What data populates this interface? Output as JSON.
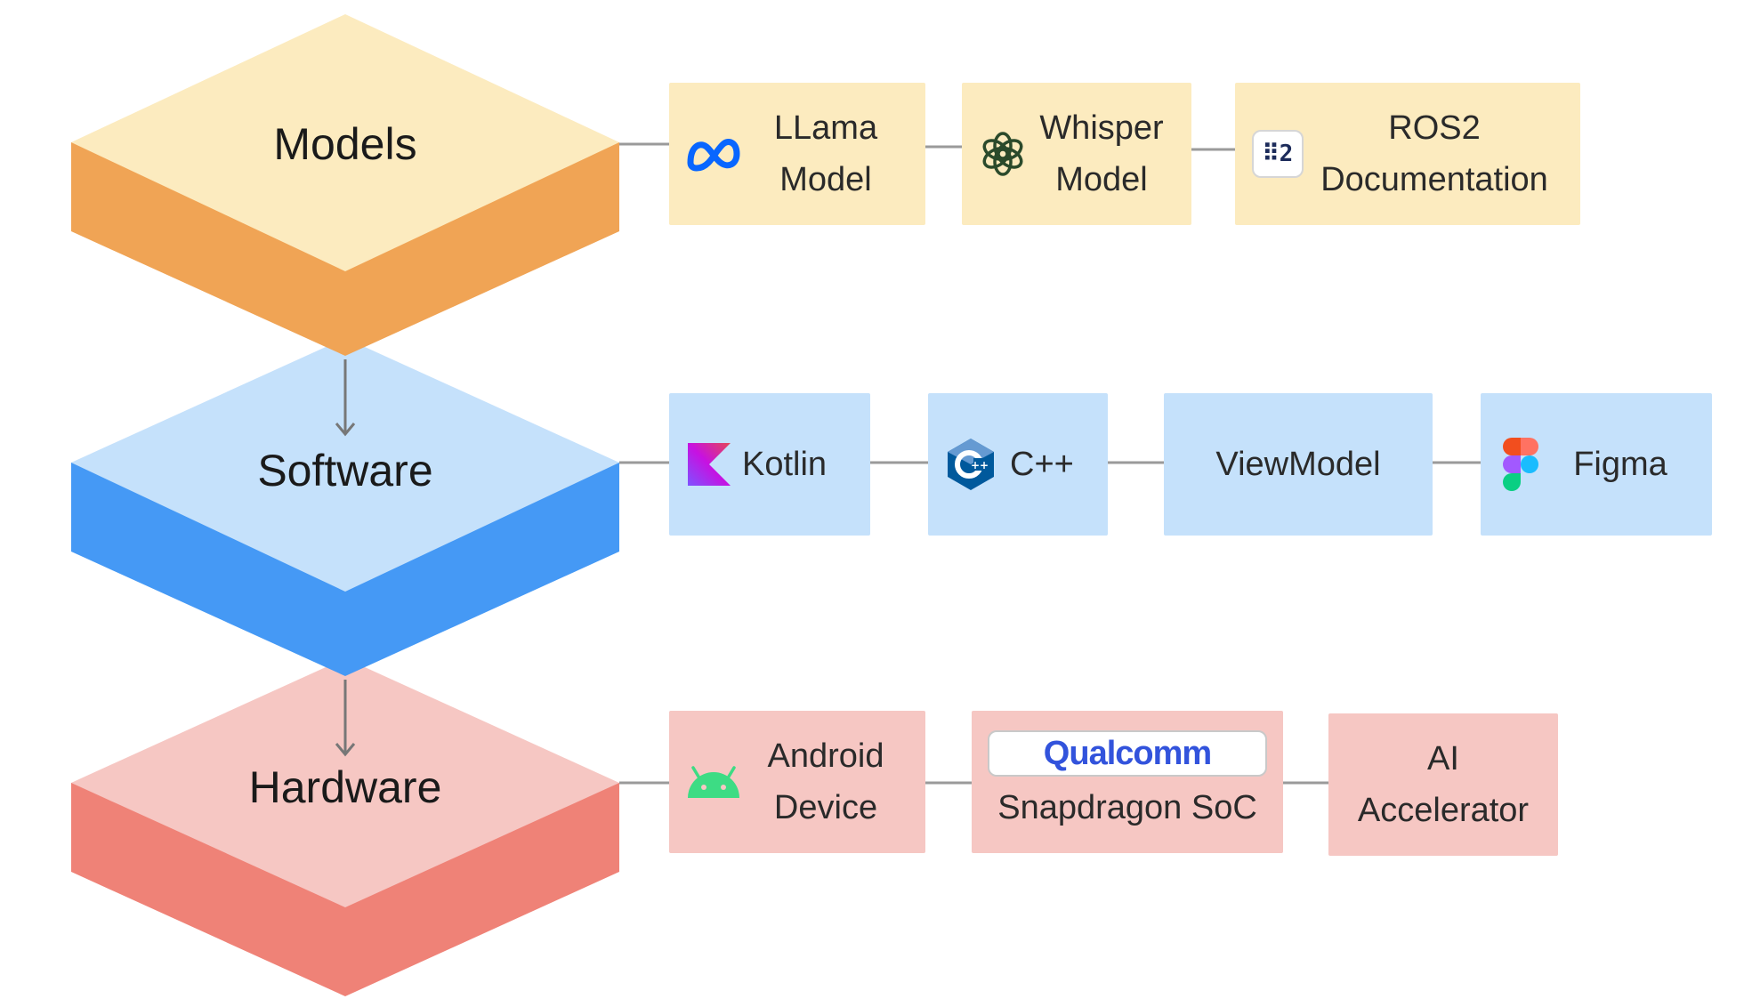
{
  "colors": {
    "models_top": "#fcebbf",
    "models_side": "#f0a455",
    "software_top": "#c5e1fb",
    "software_side": "#4599f5",
    "hardware_top": "#f6c7c3",
    "hardware_side": "#ef8277",
    "connector": "#9a9a9a"
  },
  "layers": [
    {
      "id": "models",
      "label": "Models",
      "cards": [
        {
          "id": "llama",
          "icon": "meta-icon",
          "lines": [
            "LLama",
            "Model"
          ]
        },
        {
          "id": "whisper",
          "icon": "openai-icon",
          "lines": [
            "Whisper",
            "Model"
          ]
        },
        {
          "id": "ros2",
          "icon": "ros-icon",
          "icon_text": "⠿2",
          "lines": [
            "ROS2",
            "Documentation"
          ]
        }
      ]
    },
    {
      "id": "software",
      "label": "Software",
      "cards": [
        {
          "id": "kotlin",
          "icon": "kotlin-icon",
          "lines": [
            "Kotlin"
          ]
        },
        {
          "id": "cpp",
          "icon": "cpp-icon",
          "lines": [
            "C++"
          ]
        },
        {
          "id": "viewmodel",
          "icon": "",
          "lines": [
            "ViewModel"
          ]
        },
        {
          "id": "figma",
          "icon": "figma-icon",
          "lines": [
            "Figma"
          ]
        }
      ]
    },
    {
      "id": "hardware",
      "label": "Hardware",
      "cards": [
        {
          "id": "android",
          "icon": "android-icon",
          "lines": [
            "Android",
            "Device"
          ]
        },
        {
          "id": "snapdragon",
          "icon": "qualcomm-logo",
          "logo_text": "Qualcomm",
          "lines": [
            "Snapdragon SoC"
          ]
        },
        {
          "id": "ai-accel",
          "icon": "",
          "lines": [
            "AI",
            "Accelerator"
          ]
        }
      ]
    }
  ]
}
